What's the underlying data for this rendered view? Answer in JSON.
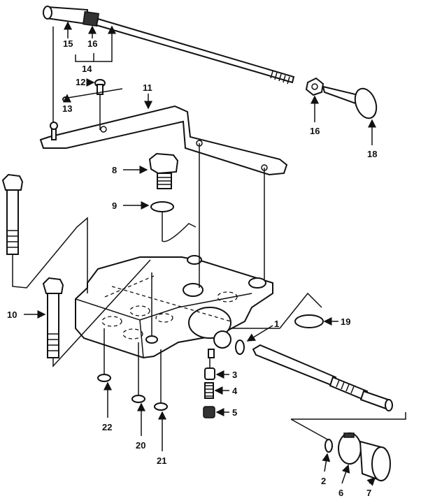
{
  "diagram": {
    "title": "Exploded parts diagram - control valve and linkage",
    "callouts": {
      "c1": "1",
      "c2": "2",
      "c3": "3",
      "c4": "4",
      "c5": "5",
      "c6": "6",
      "c7": "7",
      "c8": "8",
      "c9": "9",
      "c10": "10",
      "c11": "11",
      "c12": "12",
      "c13": "13",
      "c14": "14",
      "c15": "15",
      "c16a": "16",
      "c16b": "16",
      "c18": "18",
      "c19": "19",
      "c20": "20",
      "c21": "21",
      "c22": "22"
    },
    "colors": {
      "ink": "#111111",
      "paper": "#ffffff"
    }
  }
}
